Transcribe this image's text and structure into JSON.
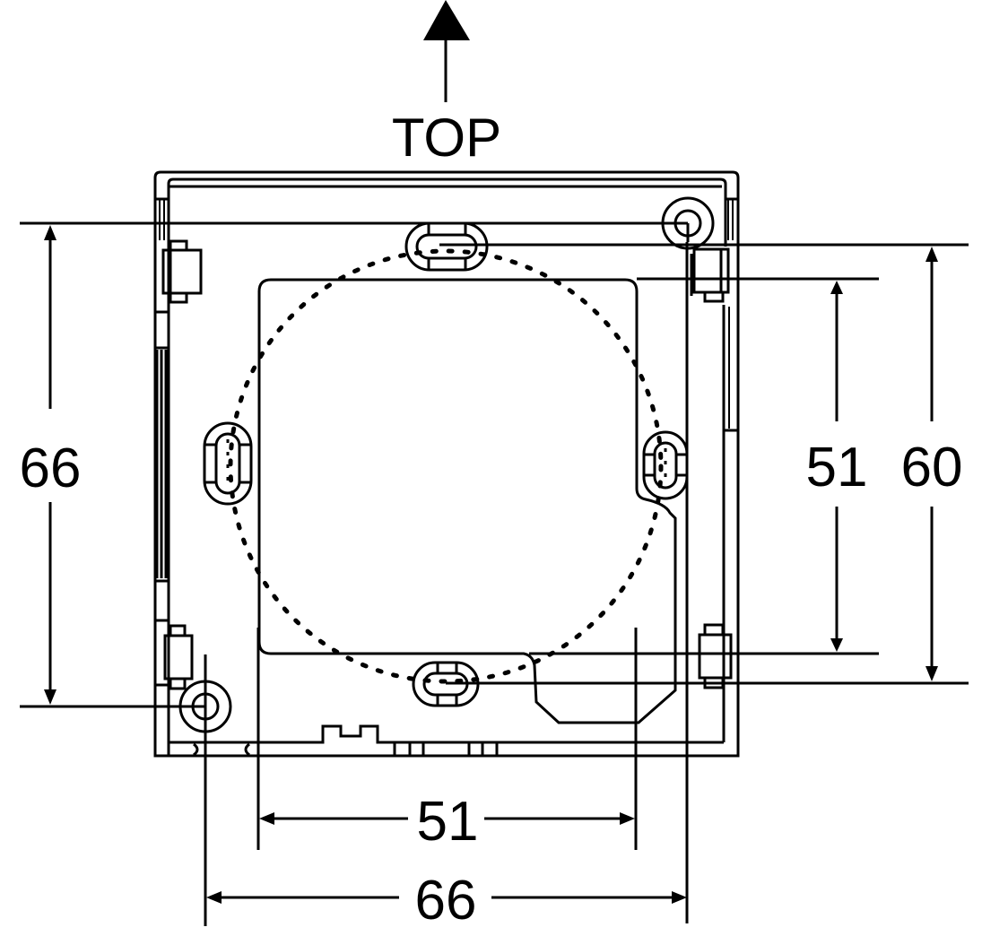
{
  "diagram": {
    "type": "mounting-template",
    "orientation_label": "TOP",
    "units": "mm",
    "line_color": "#000000",
    "background": "#ffffff"
  },
  "dimensions": {
    "left_vertical": {
      "value": "66",
      "description": "vertical spacing between corner mounting holes"
    },
    "right_inner_vertical": {
      "value": "51",
      "description": "vertical height of inner opening"
    },
    "right_outer_vertical": {
      "value": "60",
      "description": "vertical spacing between top and bottom slotted holes"
    },
    "bottom_inner_horizontal": {
      "value": "51",
      "description": "horizontal width of inner opening"
    },
    "bottom_outer_horizontal": {
      "value": "66",
      "description": "horizontal spacing between corner mounting holes"
    }
  },
  "features": {
    "corner_holes": 2,
    "slotted_holes": 4,
    "dashed_circle": "box mounting circle",
    "inner_opening": "rounded square"
  }
}
